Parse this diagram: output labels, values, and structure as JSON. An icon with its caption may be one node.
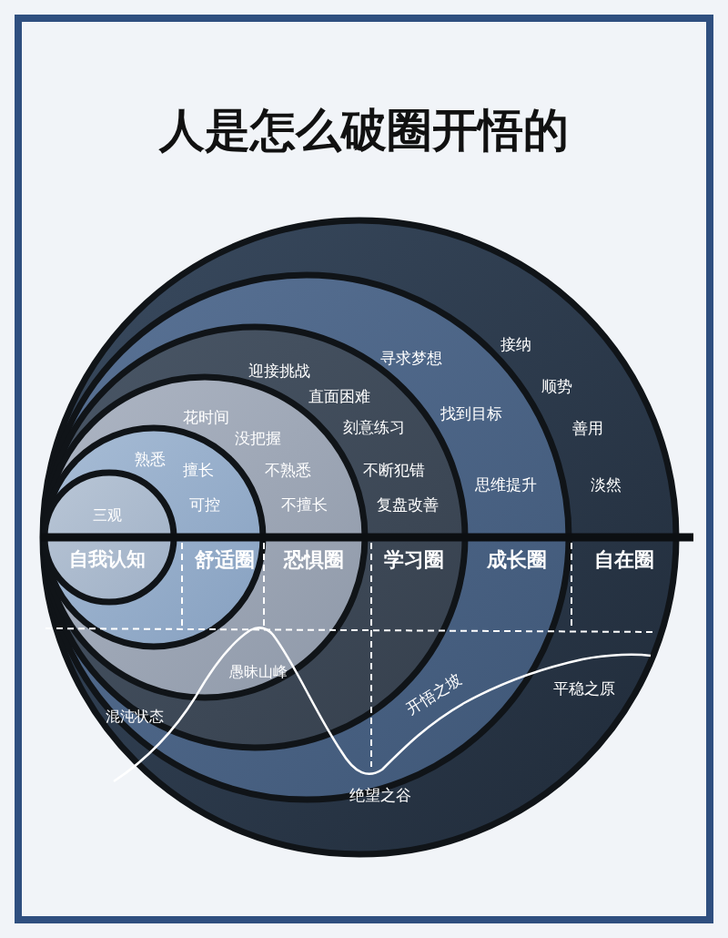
{
  "diagram": {
    "title": "人是怎么破圈开悟的",
    "nodes": [
      {
        "text": [
          "自我认知"
        ],
        "beside": [
          "三观"
        ]
      },
      {
        "text": [
          "舒适圈"
        ],
        "beside": [
          "熟悉",
          "擅长",
          "可控"
        ]
      },
      {
        "text": [
          "恐惧圈"
        ],
        "beside": [
          "花时间",
          "没把握",
          "不熟悉",
          "不擅长"
        ]
      },
      {
        "text": [
          "学习圈"
        ],
        "beside": [
          "迎接挑战",
          "直面困难",
          "刻意练习",
          "不断犯错",
          "复盘改善"
        ]
      },
      {
        "text": [
          "成长圈"
        ],
        "beside": [
          "寻求梦想",
          "找到目标",
          "思维提升"
        ]
      },
      {
        "text": [
          "自在圈"
        ],
        "beside": [
          "接纳",
          "顺势",
          "善用",
          "淡然"
        ]
      }
    ],
    "labels": [
      "愚昧山峰",
      "平稳之原",
      "开悟之坡",
      "混沌状态",
      "绝望之谷"
    ]
  }
}
